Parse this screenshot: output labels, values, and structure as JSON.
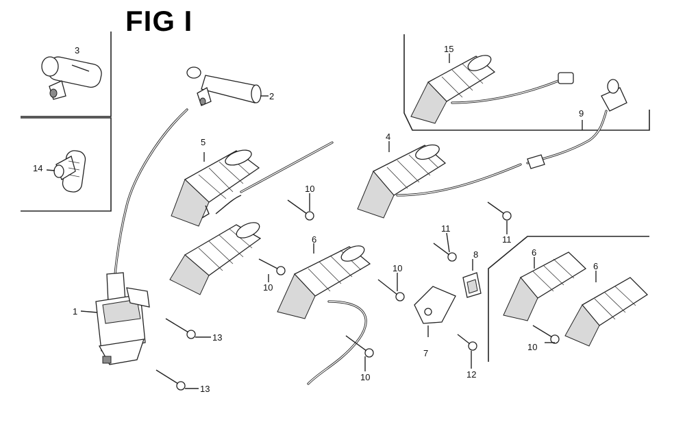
{
  "figure": {
    "title": "FIG I"
  },
  "callouts": {
    "p1": "1",
    "p2": "2",
    "p3": "3",
    "p4": "4",
    "p5": "5",
    "p6a": "6",
    "p6b": "6",
    "p6c": "6",
    "p7": "7",
    "p8": "8",
    "p9": "9",
    "p10a": "10",
    "p10b": "10",
    "p10c": "10",
    "p10d": "10",
    "p10e": "10",
    "p11a": "11",
    "p11b": "11",
    "p12": "12",
    "p13a": "13",
    "p13b": "13",
    "p14": "14",
    "p15": "15"
  },
  "colors": {
    "line": "#222222",
    "background": "#ffffff",
    "shade": "#d9d9d9"
  }
}
